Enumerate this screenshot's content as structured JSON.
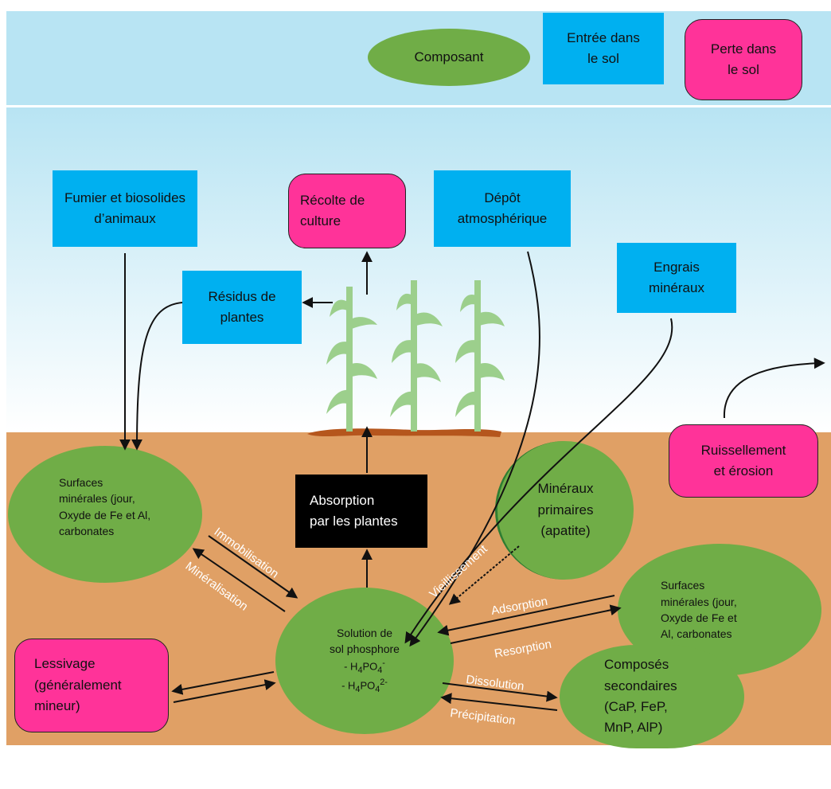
{
  "legend": {
    "component": "Composant",
    "input": [
      "Entrée dans",
      "le sol"
    ],
    "loss": [
      "Perte dans",
      "le sol"
    ]
  },
  "inputs": {
    "manure": [
      "Fumier et biosolides",
      "d’animaux"
    ],
    "atmospheric": [
      "Dépôt",
      "atmosphérique"
    ],
    "fertilizer": [
      "Engrais",
      "minéraux"
    ],
    "residues": [
      "Résidus de",
      "plantes"
    ]
  },
  "losses": {
    "harvest": [
      "Récolte de",
      "culture"
    ],
    "runoff": [
      "Ruissellement",
      "et érosion"
    ],
    "leaching": [
      "Lessivage",
      "(généralement",
      "mineur)"
    ]
  },
  "components": {
    "mineral_surfaces_left": [
      "Surfaces",
      "minérales    (jour,",
      "Oxyde de Fe et Al,",
      "carbonates"
    ],
    "primary_minerals": [
      "Minéraux",
      "primaires",
      "(apatite)"
    ],
    "mineral_surfaces_right": [
      "Surfaces",
      "minérales   (jour,",
      "Oxyde  de  Fe  et",
      "Al, carbonates"
    ],
    "soil_solution": [
      "Solution de",
      "sol phosphore"
    ],
    "soil_solution_species": [
      {
        "prefix": "- H",
        "sub1": "4",
        "mid": "PO",
        "sub2": "4",
        "sup": "-"
      },
      {
        "prefix": "- H",
        "sub1": "4",
        "mid": "PO",
        "sub2": "4",
        "sup": "2-"
      }
    ],
    "secondary_compounds": [
      "Composés",
      "secondaires",
      "(CaP, FeP,",
      "MnP, AlP)"
    ]
  },
  "uptake": [
    "Absorption",
    "par les plantes"
  ],
  "process_labels": {
    "immobilisation": "Immobilisation",
    "mineralisation": "Minéralisation",
    "weathering": "Vieillissement",
    "adsorption": "Adsorption",
    "resorption": "Resorption",
    "dissolution": "Dissolution",
    "precipitation": "Précipitation"
  },
  "colors": {
    "input": "#00b0f0",
    "loss": "#ff3399",
    "component": "#70ad47",
    "soil": "#e0a065",
    "sky": "#b8e4f3",
    "plant": "#9ccf8c"
  }
}
